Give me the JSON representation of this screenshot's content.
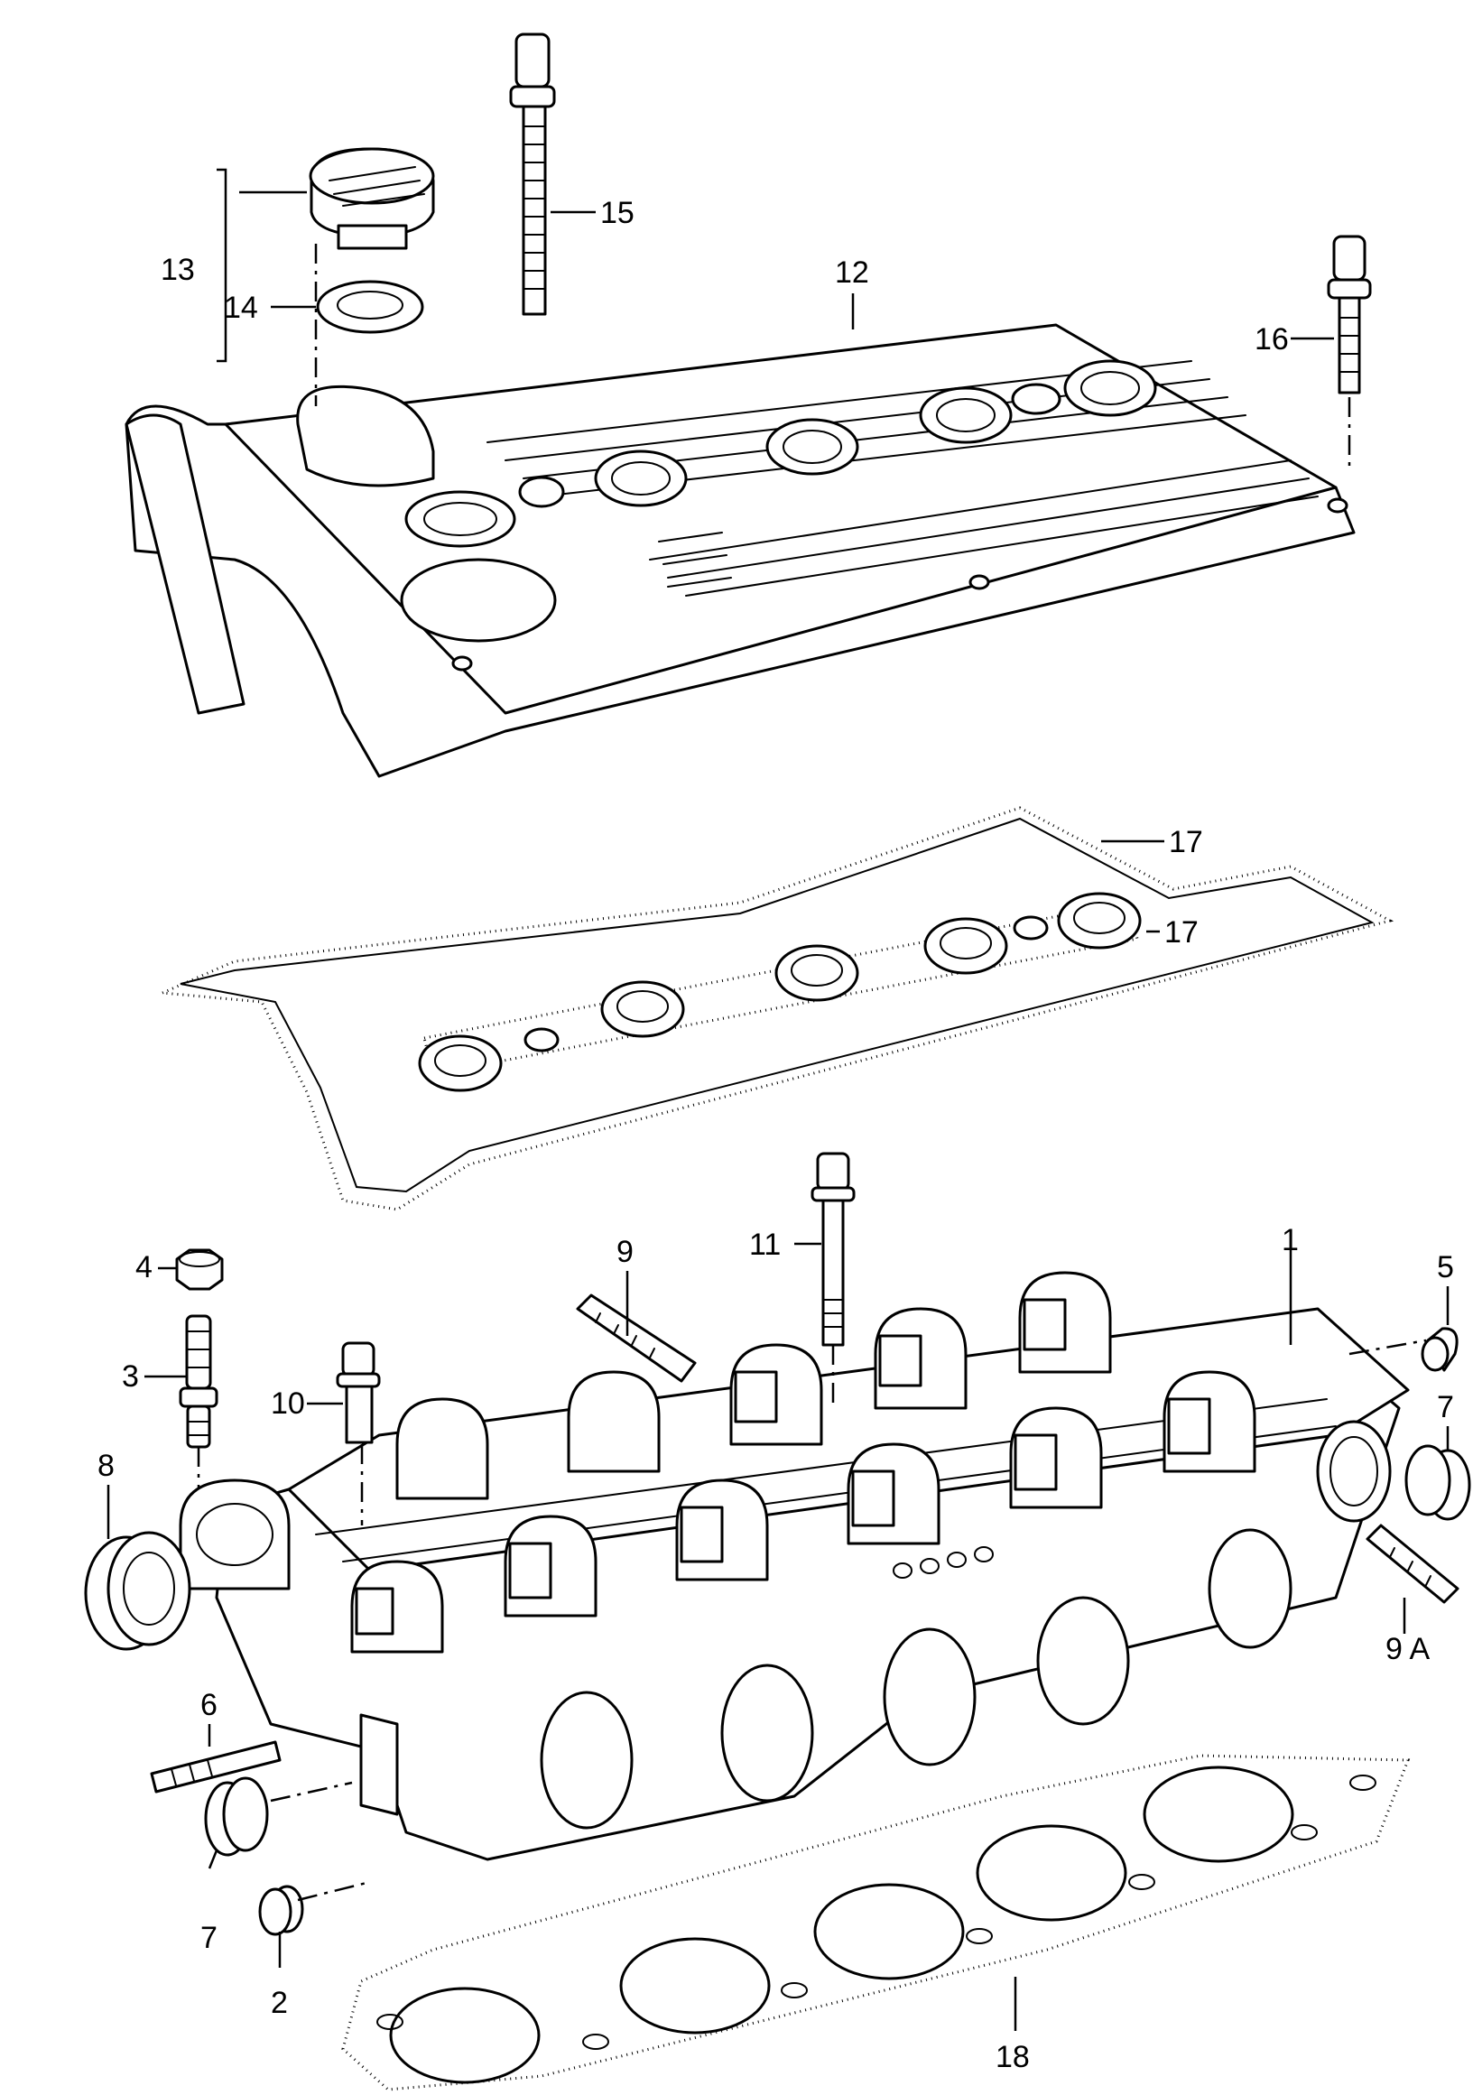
{
  "labels": {
    "c1": "1",
    "c2": "2",
    "c3": "3",
    "c4": "4",
    "c5": "5",
    "c6": "6",
    "c7a": "7",
    "c7b": "7",
    "c8": "8",
    "c9": "9",
    "c9a": "9 A",
    "c10": "10",
    "c11": "11",
    "c12": "12",
    "c13": "13",
    "c14": "14",
    "c15": "15",
    "c16": "16",
    "c17a": "17",
    "c17b": "17",
    "c18": "18"
  }
}
